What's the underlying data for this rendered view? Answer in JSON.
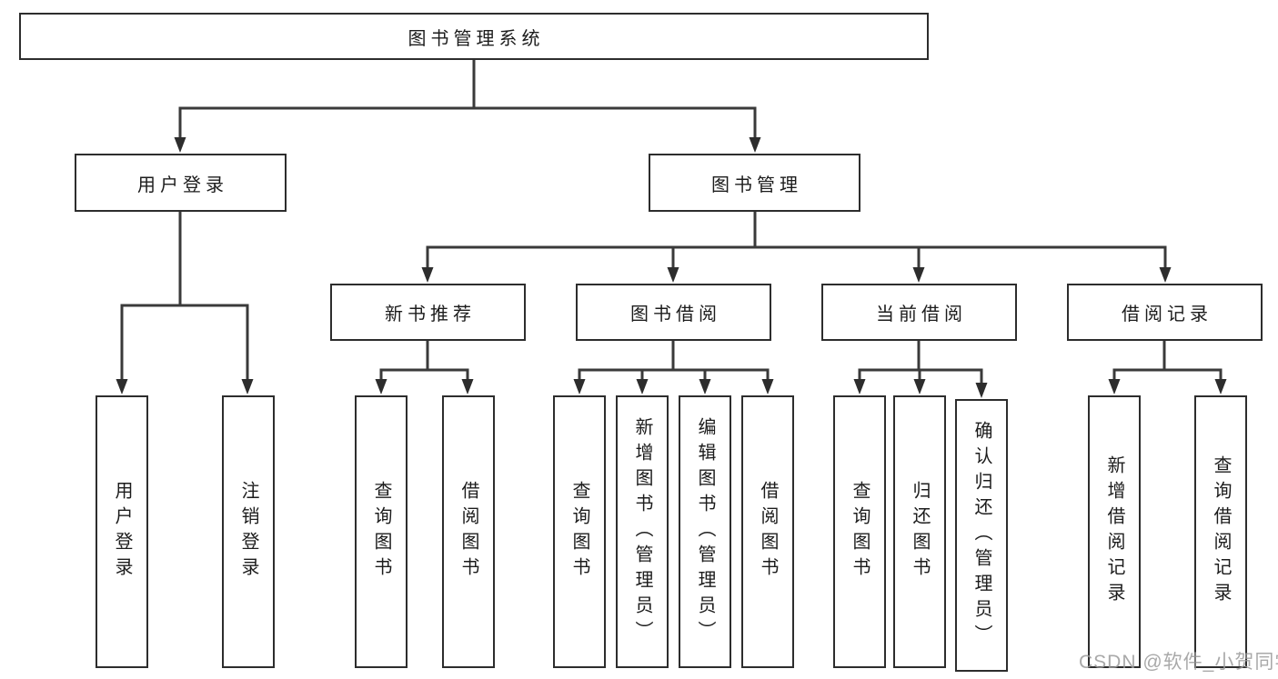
{
  "watermark": "CSDN @软件_小贺同学",
  "colors": {
    "line": "#3a3a3a",
    "box_border": "#2d2d2d",
    "text": "#1c1c1c",
    "background": "#ffffff",
    "watermark": "#9a9a9a"
  },
  "tree": {
    "label": "图书管理系统",
    "children": [
      {
        "label": "用户登录",
        "children": [
          {
            "label": "用户登录"
          },
          {
            "label": "注销登录"
          }
        ]
      },
      {
        "label": "图书管理",
        "children": [
          {
            "label": "新书推荐",
            "children": [
              {
                "label": "查询图书"
              },
              {
                "label": "借阅图书"
              }
            ]
          },
          {
            "label": "图书借阅",
            "children": [
              {
                "label": "查询图书"
              },
              {
                "label": "新增图书（管理员）"
              },
              {
                "label": "编辑图书（管理员）"
              },
              {
                "label": "借阅图书"
              }
            ]
          },
          {
            "label": "当前借阅",
            "children": [
              {
                "label": "查询图书"
              },
              {
                "label": "归还图书"
              },
              {
                "label": "确认归还（管理员）"
              }
            ]
          },
          {
            "label": "借阅记录",
            "children": [
              {
                "label": "新增借阅记录"
              },
              {
                "label": "查询借阅记录"
              }
            ]
          }
        ]
      }
    ]
  }
}
